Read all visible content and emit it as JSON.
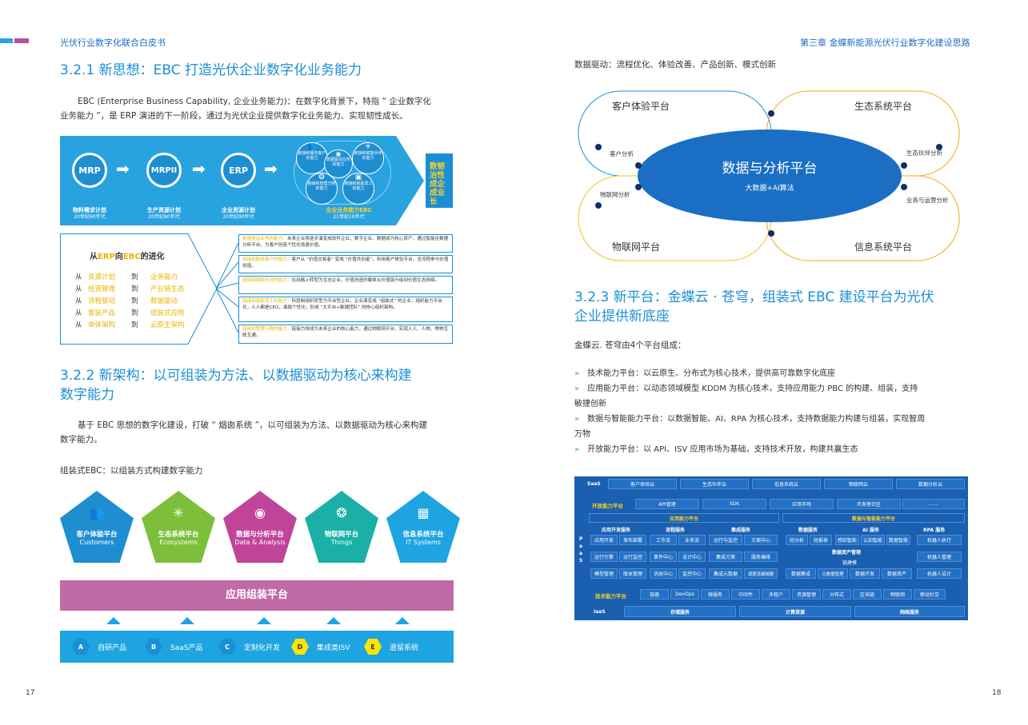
{
  "header": {
    "left": "光伏行业数字化联合白皮书",
    "right": "第三章  金蝶新能源光伏行业数字化建设思路",
    "page_left": "17",
    "page_right": "18"
  },
  "s321": {
    "title": "3.2.1 新思想：EBC 打造光伏企业数字化业务能力",
    "para1": "EBC (Enterprise Business Capability, 企业业务能力)：在数字化背景下，特指 “ 企业数字化",
    "para2": "业务能力 ”，是 ERP 演进的下一阶段，通过为光伏企业提供数字化业务能力、实现韧性成长。"
  },
  "banner": {
    "steps": [
      {
        "circle": "MRP",
        "label": "物料需求计划",
        "era": "20世纪60年代"
      },
      {
        "circle": "MRPII",
        "label": "生产资源计划",
        "era": "20世纪80年代"
      },
      {
        "circle": "ERP",
        "label": "企业资源计划",
        "era": "20世纪90年代"
      }
    ],
    "ebc_label": "企业业务能力EBC",
    "ebc_era": "21世纪10年代",
    "caps": [
      "链接和服务客户的能力",
      "数据驱动业务的能力",
      "链接和赋能伙伴的能力",
      "链接和管理万物的能力",
      "链接和赋能员工的能力"
    ],
    "tag": "数韧治性成企成业长"
  },
  "evo": {
    "title_a": "从",
    "title_b": "ERP",
    "title_c": "向",
    "title_d": "EBC",
    "title_e": "的进化",
    "rows": [
      [
        "从",
        "资源计划",
        "到",
        "业务能力"
      ],
      [
        "从",
        "经营管理",
        "到",
        "产业链生态"
      ],
      [
        "从",
        "流程驱动",
        "到",
        "数据驱动"
      ],
      [
        "从",
        "套装产品",
        "到",
        "组装式应用"
      ],
      [
        "从",
        "单体架构",
        "到",
        "云原生架构"
      ]
    ]
  },
  "caps_detail": [
    {
      "k": "数据驱动业务的能力：",
      "v": "未来企业将逐步演变成软件企业、数字企业，数据成为核心资产，通过智能化数据分析平台，为客户创造个性化场景价值。"
    },
    {
      "k": "链接和服务客户的能力：",
      "v": "客户从 “价值交易者” 变成 “价值共创者”，利用客户体验平台，全流程参与价值创造。"
    },
    {
      "k": "链接和赋能伙伴的能力：",
      "v": "在战略上转型为生态企业，价值创造的载体从价值链升级到价值生态网络。"
    },
    {
      "k": "链接和赋能员工的能力：",
      "v": "科层制组织转型为平台型企业，企业演变成 “组装式” 的企业；组织能力平台化，人人都是CEO，激励个性化，形成 “大平台+敏捷团队” 的核心组织架构。"
    },
    {
      "k": "链接和管理万物的能力：",
      "v": "链接力将成为未来企业的核心能力，通过物联网平台，实现人人、人物、物物互联互通。"
    }
  ],
  "s322": {
    "title1": "3.2.2 新架构：以可组装为方法、以数据驱动为核心来构建",
    "title2": "数字能力",
    "para1": "基于 EBC 思想的数字化建设，打破 “ 烟囱系统 ”，以可组装为方法、以数据驱动为核心来构建",
    "para2": "数字能力。",
    "sub": "组装式EBC：以组装方式构建数字能力"
  },
  "pentagons": [
    {
      "cn": "客户体验平台",
      "en": "Customers",
      "color": "#1e8ed0",
      "icon": "👥"
    },
    {
      "cn": "生态系统平台",
      "en": "Ecosystems",
      "color": "#7dbf3b",
      "icon": "✳"
    },
    {
      "cn": "数据与分析平台",
      "en": "Data & Analysis",
      "color": "#c0459a",
      "icon": "◉"
    },
    {
      "cn": "物联网平台",
      "en": "Things",
      "color": "#1ab0a8",
      "icon": "❂"
    },
    {
      "cn": "信息系统平台",
      "en": "IT Systems",
      "color": "#1ea4e0",
      "icon": "▦"
    }
  ],
  "app_platform": "应用组装平台",
  "products": [
    {
      "k": "A",
      "v": "自研产品"
    },
    {
      "k": "B",
      "v": "SaaS产品"
    },
    {
      "k": "C",
      "v": "定制化开发"
    },
    {
      "k": "D",
      "v": "集成类ISV"
    },
    {
      "k": "E",
      "v": "遗留系统"
    }
  ],
  "right_top": "数据驱动：流程优化、体验改善、产品创新、模式创新",
  "diagram": {
    "center": "数据与分析平台",
    "center_sub": "大数据+AI算法",
    "tl": "客户体验平台",
    "tr": "生态系统平台",
    "bl": "物联网平台",
    "br": "信息系统平台",
    "l1": "客户分析",
    "l2": "物联网分析",
    "r1": "生态伙伴分析",
    "r2": "业务与运营分析"
  },
  "s323": {
    "title1": "3.2.3 新平台：金蝶云 · 苍穹，组装式 EBC 建设平台为光伏",
    "title2": "企业提供新底座",
    "intro": "金蝶云. 苍穹由4个平台组成："
  },
  "bullets": [
    {
      "t": "技术能力平台：以云原生、分布式为核心技术，提供高可靠数字化底座"
    },
    {
      "t": "应用能力平台：以动态领域模型 KDDM 为核心技术，支持应用能力 PBC 的构建、组装，支持",
      "t2": "敏捷创新"
    },
    {
      "t": "数据与智能能力平台：以数据智能、AI、RPA 为核心技术，支持数据能力构建与组装，实现智周",
      "t2": "万物"
    },
    {
      "t": "开放能力平台：以 API、ISV 应用市场为基础，支持技术开放，构建共赢生态"
    }
  ],
  "arch": {
    "saas": "SaaS",
    "saas_items": [
      "客户体验云",
      "生态伙伴云",
      "信息系统云",
      "物联网云",
      "数据分析云"
    ],
    "open": "开放能力平台",
    "open_items": [
      "API管理",
      "SDK",
      "应用市场",
      "开发者社区",
      "……"
    ],
    "app_cap": "应用能力平台",
    "data_cap": "数据与智能能力平台",
    "paas": "PaaS",
    "g1": "应用开发服务",
    "g1i": [
      "应用开发",
      "发布部署",
      "运行引擎",
      "运行监控",
      "模型管理",
      "版本管理"
    ],
    "g2": "流程服务",
    "g2i": [
      "工作流",
      "业务流",
      "事件中心",
      "设计中心",
      "消息中心",
      "监控中心"
    ],
    "g3": "集成服务",
    "g3i": [
      "运行与监控",
      "方案中心",
      "集成方案",
      "服务编排",
      "集成元数据",
      "调度流编辑器"
    ],
    "g4": "数据服务",
    "g4i": [
      "轻分析",
      "轻报表"
    ],
    "g5": "AI 服务",
    "g5i": [
      "感知智能",
      "认知智能",
      "数据智能"
    ],
    "g6": "RPA 服务",
    "g6i": [
      "机器人执行",
      "机器人管理",
      "机器人设计"
    ],
    "dam": "数据资产管理",
    "chain": "链建模",
    "d_row": [
      "数据集成",
      "元数据管理",
      "数据开发",
      "数据资产"
    ],
    "tech": "技术能力平台",
    "tech_items": [
      "容器",
      "DevOps",
      "微服务",
      "中间件",
      "多租户",
      "资源管理",
      "分布式",
      "区块链",
      "物联网",
      "移动社交"
    ],
    "iaas": "IaaS",
    "iaas_items": [
      "存储服务",
      "计算资源",
      "网络服务"
    ]
  }
}
